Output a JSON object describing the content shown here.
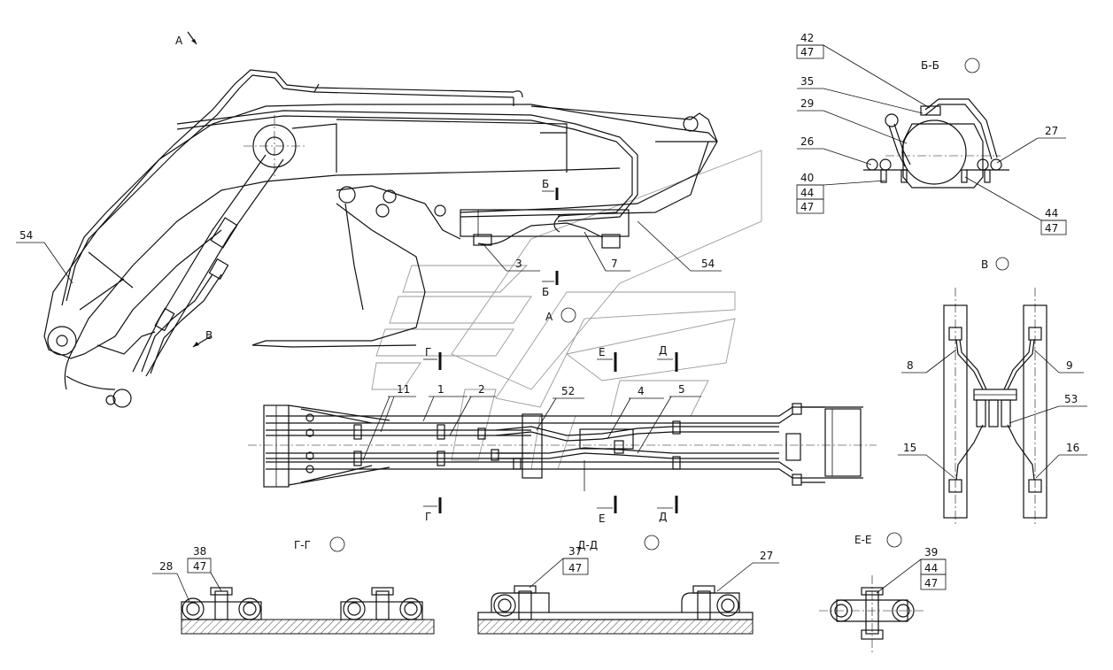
{
  "view_labels": {
    "a_arrow": "А",
    "a_view": "А",
    "b_arrow": "В",
    "v_view": "В",
    "bb": "Б-Б",
    "gg": "Г-Г",
    "dd": "Д-Д",
    "ee": "Е-Е"
  },
  "section_marks": {
    "b": "Б",
    "g": "Г",
    "e": "Е",
    "d": "Д"
  },
  "callouts": {
    "c54_left": "54",
    "c3": "3",
    "c7": "7",
    "c54_right": "54",
    "c42": "42",
    "c47_top": "47",
    "c35": "35",
    "c29": "29",
    "c26": "26",
    "c27_bb": "27",
    "c40": "40",
    "c44_bb_left": "44",
    "c47_bb_left": "47",
    "c44_bb_right": "44",
    "c47_bb_right": "47",
    "c11": "11",
    "c1": "1",
    "c2": "2",
    "c52": "52",
    "c4": "4",
    "c5": "5",
    "c8": "8",
    "c9": "9",
    "c53": "53",
    "c15": "15",
    "c16": "16",
    "c38": "38",
    "c47_gg": "47",
    "c28": "28",
    "c37": "37",
    "c47_dd": "47",
    "c27_dd": "27",
    "c39": "39",
    "c44_ee": "44",
    "c47_ee": "47"
  }
}
